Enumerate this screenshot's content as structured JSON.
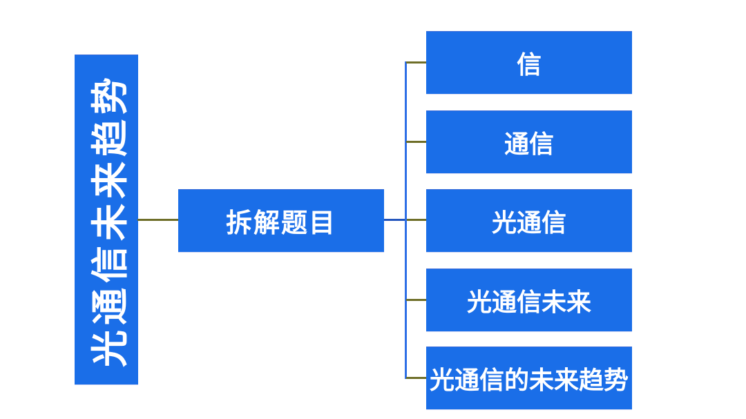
{
  "diagram": {
    "type": "mind-map-tree",
    "root": {
      "label": "光通信未来趋势",
      "orientation": "vertical-rotated"
    },
    "middle": {
      "label": "拆解题目"
    },
    "children": [
      {
        "label": "信"
      },
      {
        "label": "通信"
      },
      {
        "label": "光通信"
      },
      {
        "label": "光通信未来"
      },
      {
        "label": "光通信的未来趋势"
      }
    ]
  },
  "colors": {
    "node_fill": "#1a6ee8",
    "node_text": "#ffffff",
    "connector_olive": "#6e6e28",
    "connector_blue_spine": "#2e6fe6",
    "connector_blue_segment": "#2456bd",
    "background": "#ffffff"
  }
}
